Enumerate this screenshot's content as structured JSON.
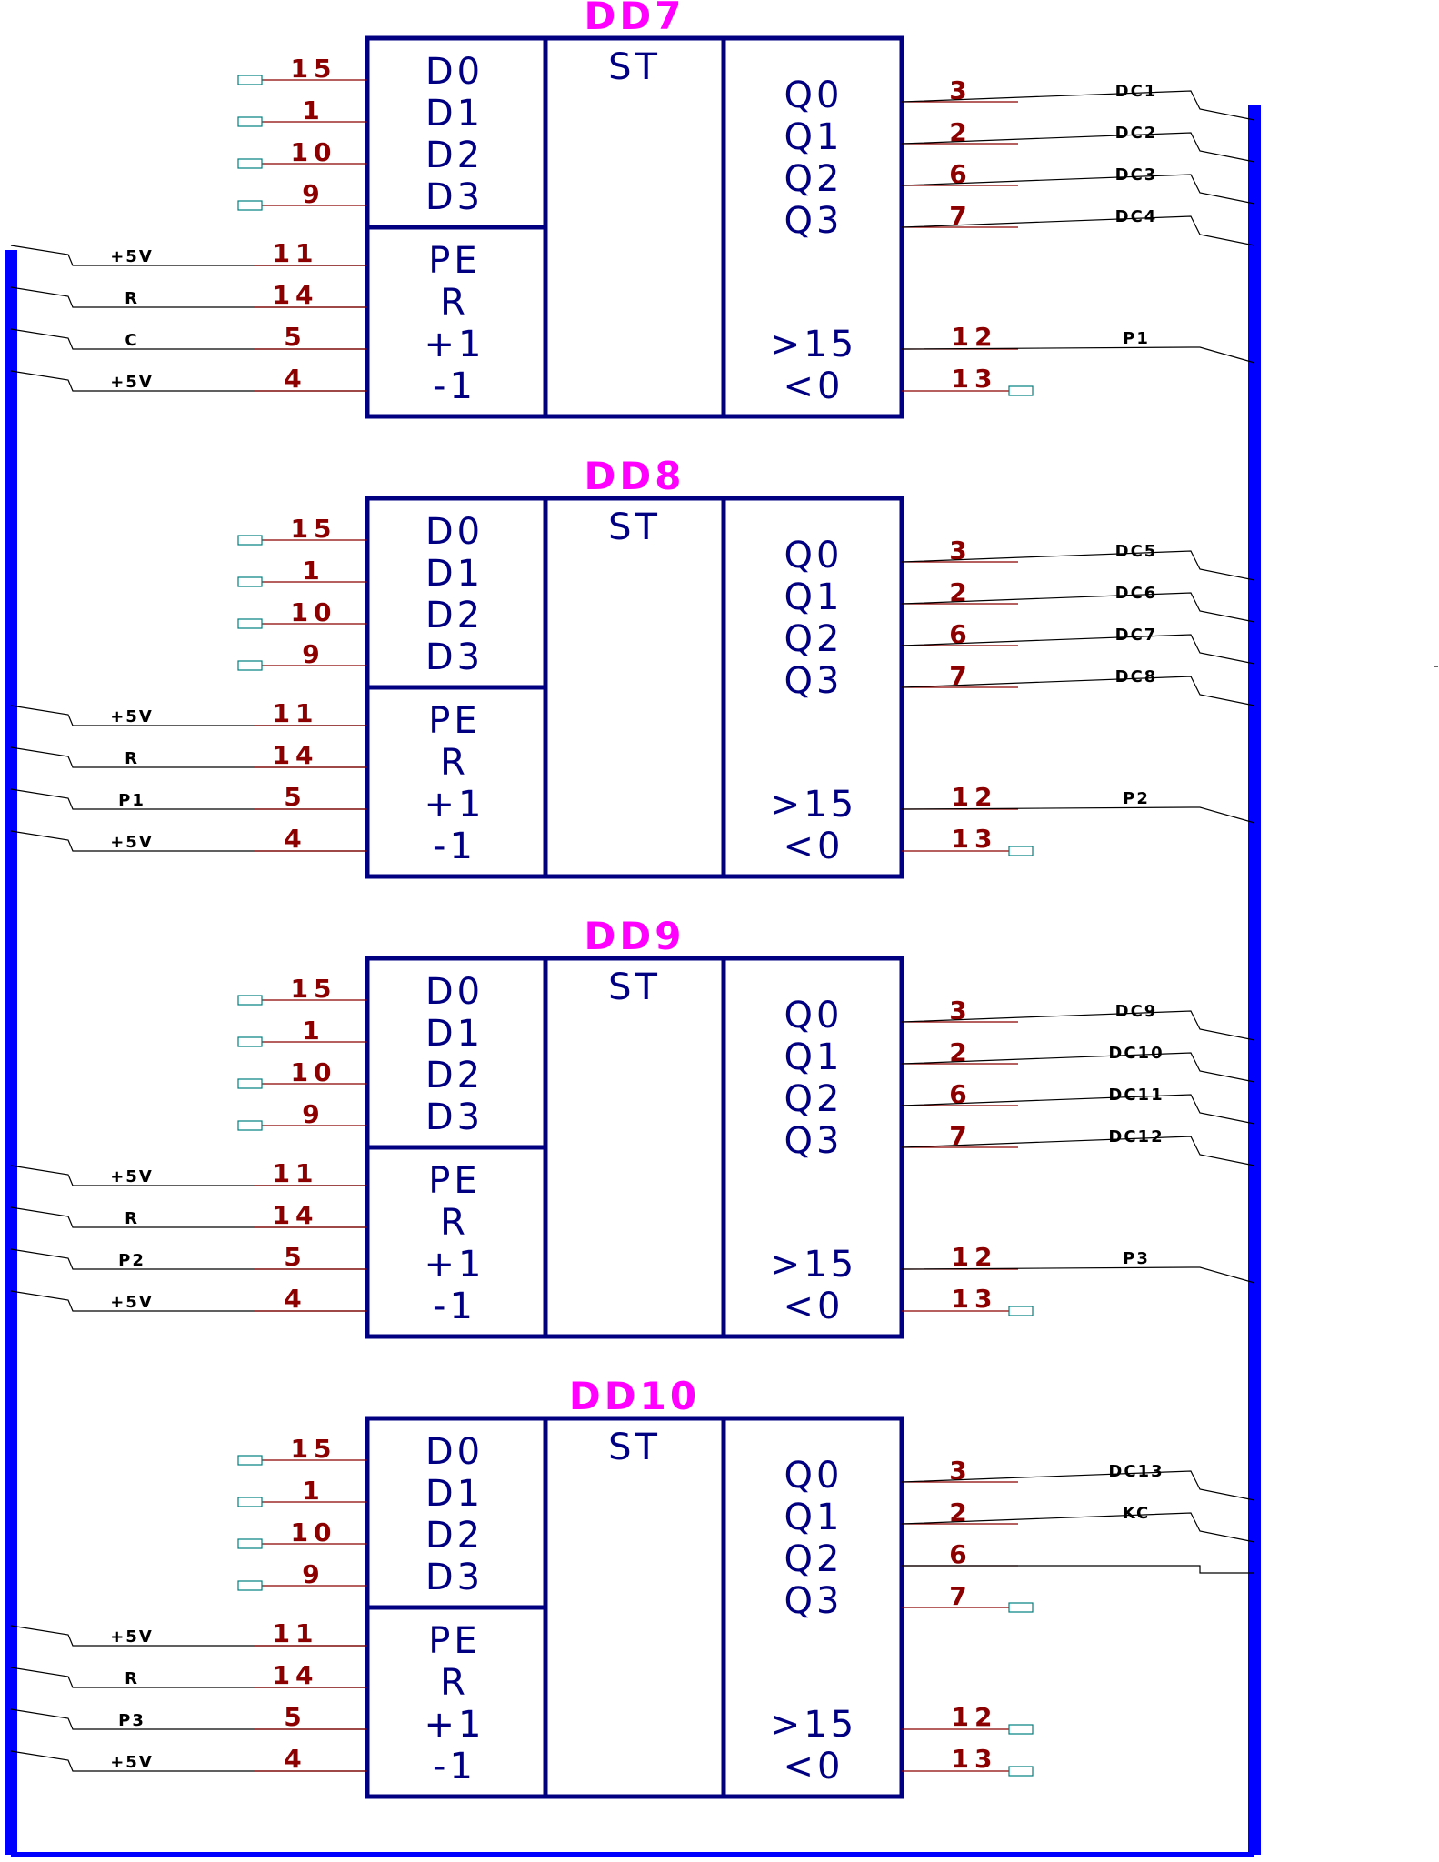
{
  "chips": [
    {
      "title": "DD7",
      "st_label": "ST",
      "data_inputs": [
        {
          "name": "D0",
          "pin": "15"
        },
        {
          "name": "D1",
          "pin": "1"
        },
        {
          "name": "D2",
          "pin": "10"
        },
        {
          "name": "D3",
          "pin": "9"
        }
      ],
      "control_inputs": [
        {
          "name": "PE",
          "pin": "11",
          "net": "+5V"
        },
        {
          "name": "R",
          "pin": "14",
          "net": "R"
        },
        {
          "name": "+1",
          "pin": "5",
          "net": "C"
        },
        {
          "name": "-1",
          "pin": "4",
          "net": "+5V"
        }
      ],
      "data_outputs": [
        {
          "name": "Q0",
          "pin": "3",
          "net": "DC1"
        },
        {
          "name": "Q1",
          "pin": "2",
          "net": "DC2"
        },
        {
          "name": "Q2",
          "pin": "6",
          "net": "DC3"
        },
        {
          "name": "Q3",
          "pin": "7",
          "net": "DC4"
        }
      ],
      "carry_outputs": [
        {
          "name": ">15",
          "pin": "12",
          "net": "P1"
        },
        {
          "name": "<0",
          "pin": "13",
          "net": ""
        }
      ]
    },
    {
      "title": "DD8",
      "st_label": "ST",
      "data_inputs": [
        {
          "name": "D0",
          "pin": "15"
        },
        {
          "name": "D1",
          "pin": "1"
        },
        {
          "name": "D2",
          "pin": "10"
        },
        {
          "name": "D3",
          "pin": "9"
        }
      ],
      "control_inputs": [
        {
          "name": "PE",
          "pin": "11",
          "net": "+5V"
        },
        {
          "name": "R",
          "pin": "14",
          "net": "R"
        },
        {
          "name": "+1",
          "pin": "5",
          "net": "P1"
        },
        {
          "name": "-1",
          "pin": "4",
          "net": "+5V"
        }
      ],
      "data_outputs": [
        {
          "name": "Q0",
          "pin": "3",
          "net": "DC5"
        },
        {
          "name": "Q1",
          "pin": "2",
          "net": "DC6"
        },
        {
          "name": "Q2",
          "pin": "6",
          "net": "DC7"
        },
        {
          "name": "Q3",
          "pin": "7",
          "net": "DC8"
        }
      ],
      "carry_outputs": [
        {
          "name": ">15",
          "pin": "12",
          "net": "P2"
        },
        {
          "name": "<0",
          "pin": "13",
          "net": ""
        }
      ]
    },
    {
      "title": "DD9",
      "st_label": "ST",
      "data_inputs": [
        {
          "name": "D0",
          "pin": "15"
        },
        {
          "name": "D1",
          "pin": "1"
        },
        {
          "name": "D2",
          "pin": "10"
        },
        {
          "name": "D3",
          "pin": "9"
        }
      ],
      "control_inputs": [
        {
          "name": "PE",
          "pin": "11",
          "net": "+5V"
        },
        {
          "name": "R",
          "pin": "14",
          "net": "R"
        },
        {
          "name": "+1",
          "pin": "5",
          "net": "P2"
        },
        {
          "name": "-1",
          "pin": "4",
          "net": "+5V"
        }
      ],
      "data_outputs": [
        {
          "name": "Q0",
          "pin": "3",
          "net": "DC9"
        },
        {
          "name": "Q1",
          "pin": "2",
          "net": "DC10"
        },
        {
          "name": "Q2",
          "pin": "6",
          "net": "DC11"
        },
        {
          "name": "Q3",
          "pin": "7",
          "net": "DC12"
        }
      ],
      "carry_outputs": [
        {
          "name": ">15",
          "pin": "12",
          "net": "P3"
        },
        {
          "name": "<0",
          "pin": "13",
          "net": ""
        }
      ]
    },
    {
      "title": "DD10",
      "st_label": "ST",
      "data_inputs": [
        {
          "name": "D0",
          "pin": "15"
        },
        {
          "name": "D1",
          "pin": "1"
        },
        {
          "name": "D2",
          "pin": "10"
        },
        {
          "name": "D3",
          "pin": "9"
        }
      ],
      "control_inputs": [
        {
          "name": "PE",
          "pin": "11",
          "net": "+5V"
        },
        {
          "name": "R",
          "pin": "14",
          "net": "R"
        },
        {
          "name": "+1",
          "pin": "5",
          "net": "P3"
        },
        {
          "name": "-1",
          "pin": "4",
          "net": "+5V"
        }
      ],
      "data_outputs": [
        {
          "name": "Q0",
          "pin": "3",
          "net": "DC13"
        },
        {
          "name": "Q1",
          "pin": "2",
          "net": "KC"
        },
        {
          "name": "Q2",
          "pin": "6",
          "net": ""
        },
        {
          "name": "Q3",
          "pin": "7",
          "net": ""
        }
      ],
      "carry_outputs": [
        {
          "name": ">15",
          "pin": "12",
          "net": ""
        },
        {
          "name": "<0",
          "pin": "13",
          "net": ""
        }
      ]
    }
  ],
  "colors": {
    "chip_title": "#ff00ff",
    "chip_outline": "#000080",
    "pin_number": "#8b0000",
    "bus": "#0000ff",
    "unconnected_port": "#008080"
  }
}
